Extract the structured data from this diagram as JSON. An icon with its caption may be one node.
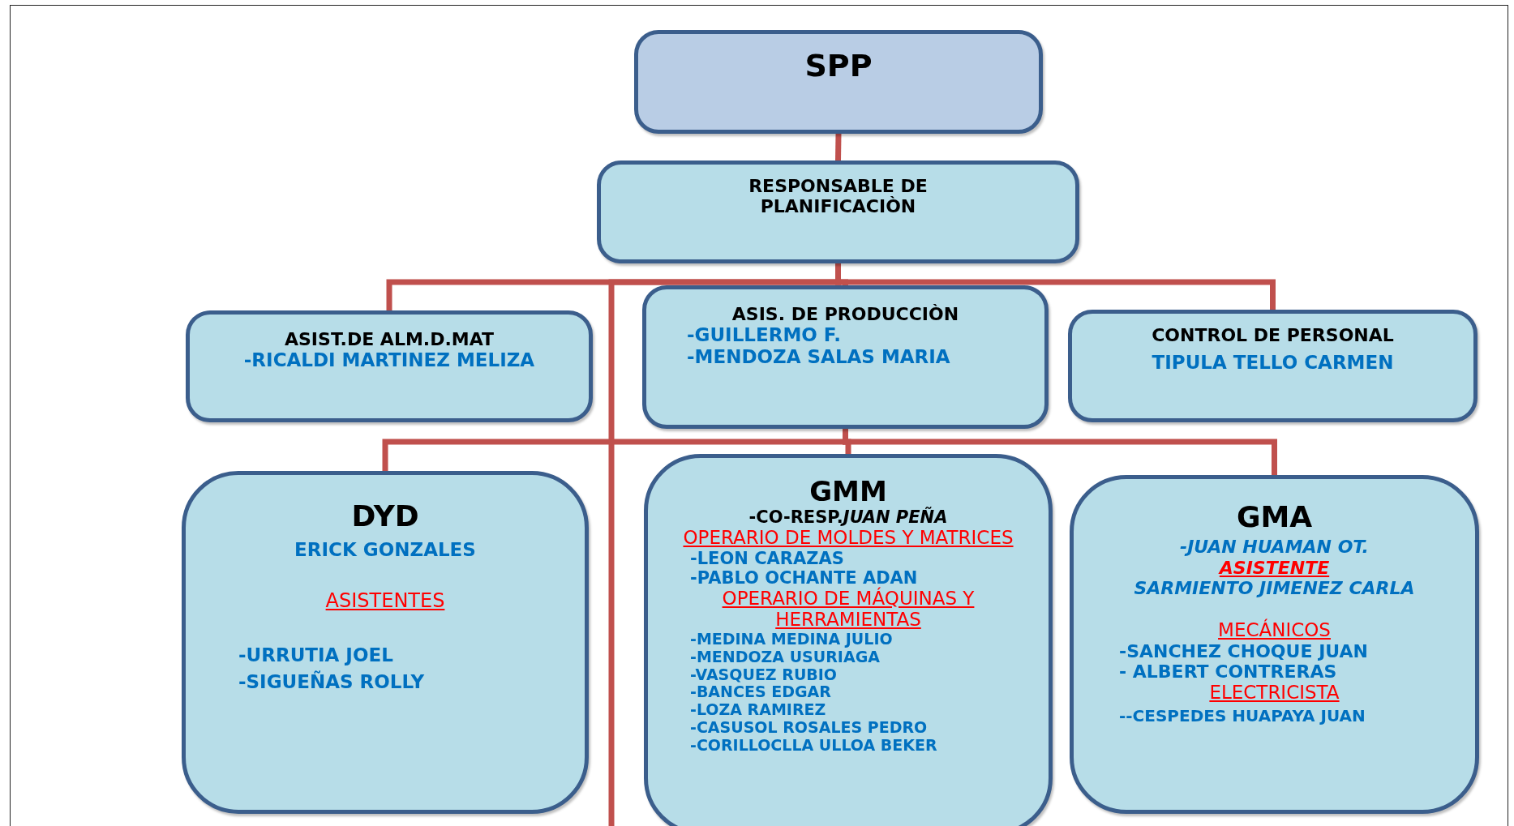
{
  "diagram": {
    "nodes": [
      {
        "text": [
          "SPP"
        ]
      },
      {
        "text": [
          "RESPONSABLE DE PLANIFICACIÒN"
        ]
      },
      {
        "text": [
          "ASIST.DE ALM.D.MAT",
          "-RICALDI MARTINEZ MELIZA"
        ]
      },
      {
        "text": [
          "ASIS. DE PRODUCCIÒN",
          "-GUILLERMO F.",
          "-MENDOZA SALAS MARIA"
        ]
      },
      {
        "text": [
          "CONTROL DE PERSONAL",
          "TIPULA TELLO CARMEN"
        ]
      },
      {
        "text": [
          "DYD",
          "ERICK GONZALES",
          "ASISTENTES",
          "-URRUTIA JOEL",
          "-SIGUEÑAS ROLLY"
        ]
      },
      {
        "text": [
          "GMM",
          "-CO-RESP.*JUAN PEÑA*",
          "OPERARIO DE MOLDES Y MATRICES",
          "-LEON CARAZAS",
          "-PABLO OCHANTE ADAN",
          "OPERARIO DE MÁQUINAS Y HERRAMIENTAS",
          "-MEDINA MEDINA JULIO",
          "-MENDOZA USURIAGA",
          "-VASQUEZ RUBIO",
          "-BANCES EDGAR",
          "-LOZA RAMIREZ",
          "-CASUSOL ROSALES PEDRO",
          "-CORILLOCLLA ULLOA BEKER"
        ]
      },
      {
        "text": [
          "GMA",
          "-JUAN HUAMAN OT.",
          "ASISTENTE",
          "SARMIENTO JIMENEZ CARLA",
          "MECÁNICOS",
          "-SANCHEZ CHOQUE JUAN",
          "- ALBERT CONTRERAS",
          "ELECTRICISTA",
          "--CESPEDES HUAPAYA JUAN"
        ]
      }
    ],
    "edges": [
      {
        "from": 0,
        "to": 1,
        "arrow": "none"
      },
      {
        "from": 1,
        "to": 2,
        "arrow": "none"
      },
      {
        "from": 1,
        "to": 3,
        "arrow": "none"
      },
      {
        "from": 1,
        "to": 4,
        "arrow": "none"
      },
      {
        "from": 1,
        "to": null,
        "arrow": "none"
      },
      {
        "from": 3,
        "to": 5,
        "arrow": "none"
      },
      {
        "from": 3,
        "to": 6,
        "arrow": "none"
      },
      {
        "from": 3,
        "to": 7,
        "arrow": "none"
      }
    ]
  }
}
